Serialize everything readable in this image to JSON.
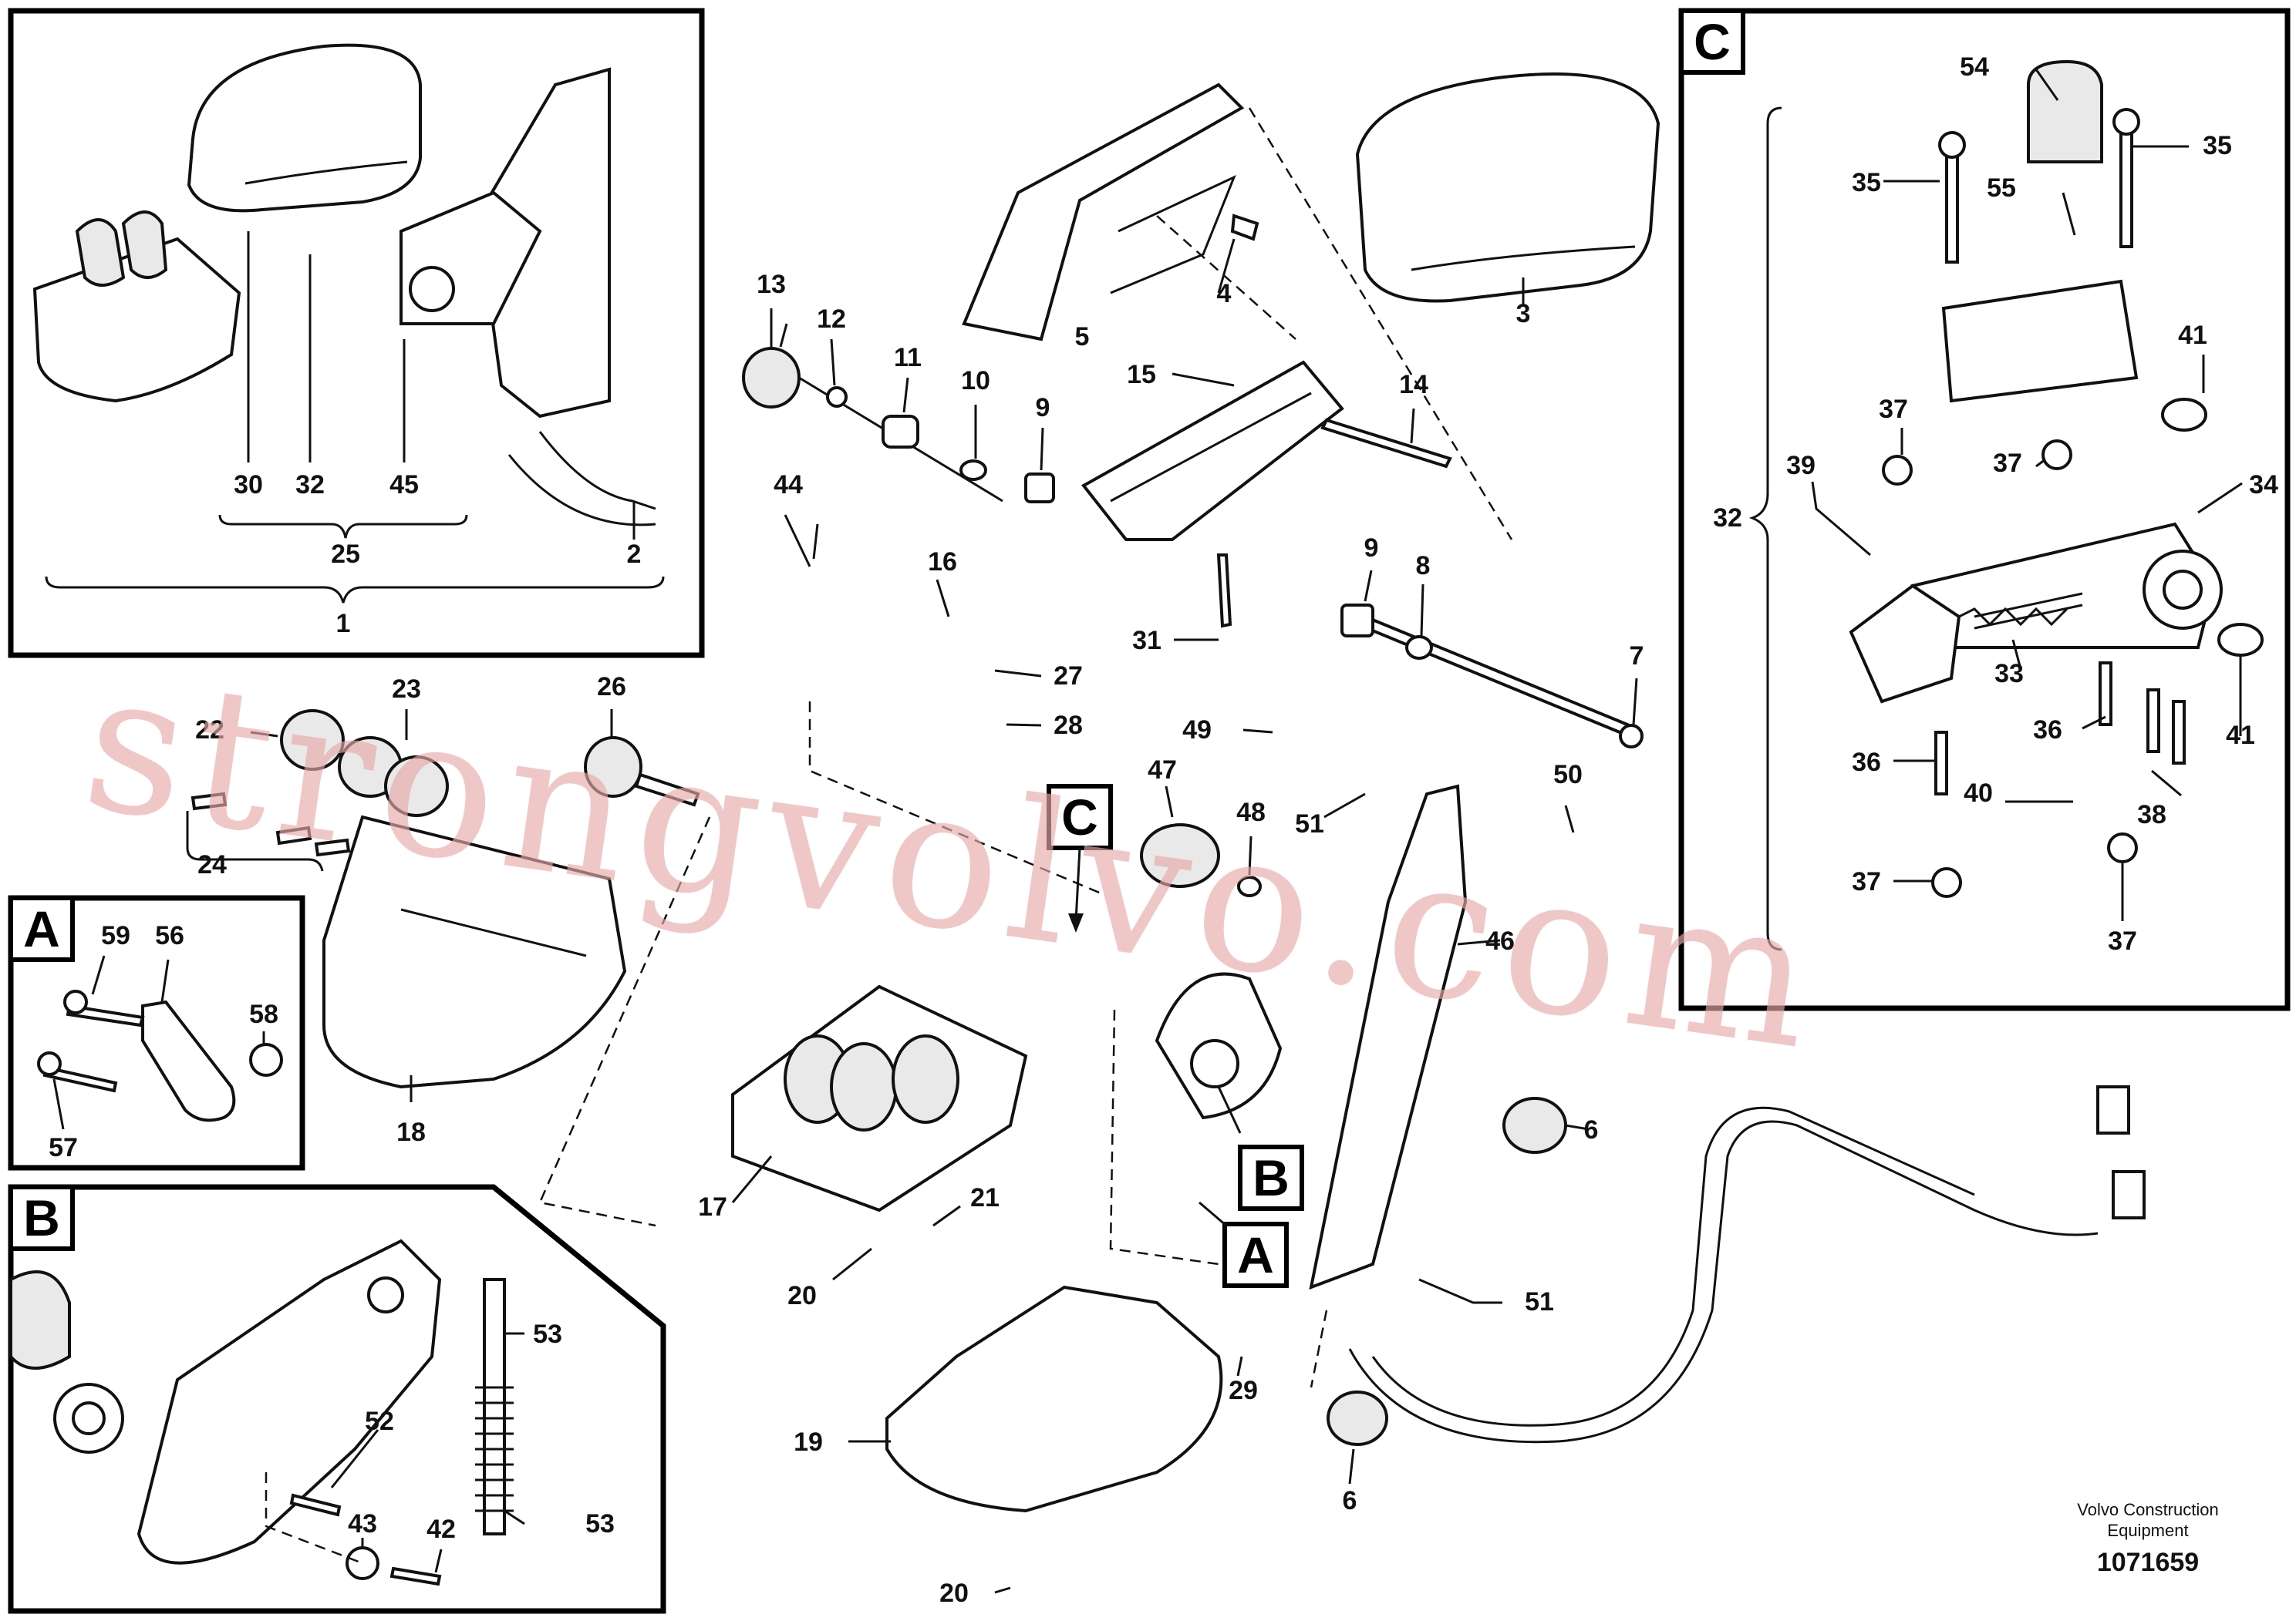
{
  "watermark": "strongvolvo.com",
  "footer": {
    "company_line1": "Volvo Construction",
    "company_line2": "Equipment",
    "drawing_number": "1071659"
  },
  "detail_letters": [
    "A",
    "B",
    "C"
  ],
  "callouts": {
    "c1": "1",
    "c2": "2",
    "c3": "3",
    "c4": "4",
    "c5": "5",
    "c6": "6",
    "c6b": "6",
    "c7": "7",
    "c8": "8",
    "c9a": "9",
    "c9b": "9",
    "c10": "10",
    "c11": "11",
    "c12": "12",
    "c13": "13",
    "c14": "14",
    "c15": "15",
    "c16": "16",
    "c17": "17",
    "c18": "18",
    "c19": "19",
    "c20a": "20",
    "c20b": "20",
    "c21": "21",
    "c22": "22",
    "c23": "23",
    "c24": "24",
    "c25": "25",
    "c26": "26",
    "c27": "27",
    "c28": "28",
    "c29": "29",
    "c30": "30",
    "c31": "31",
    "c32a": "32",
    "c32b": "32",
    "c33": "33",
    "c34": "34",
    "c35a": "35",
    "c35b": "35",
    "c36a": "36",
    "c36b": "36",
    "c37a": "37",
    "c37b": "37",
    "c37c": "37",
    "c37d": "37",
    "c38": "38",
    "c39": "39",
    "c40": "40",
    "c41a": "41",
    "c41b": "41",
    "c42": "42",
    "c43": "43",
    "c44": "44",
    "c45": "45",
    "c46": "46",
    "c47": "47",
    "c48": "48",
    "c49": "49",
    "c50": "50",
    "c51a": "51",
    "c51b": "51",
    "c52": "52",
    "c53a": "53",
    "c53b": "53",
    "c54": "54",
    "c55": "55",
    "c56": "56",
    "c57": "57",
    "c58": "58",
    "c59": "59"
  }
}
